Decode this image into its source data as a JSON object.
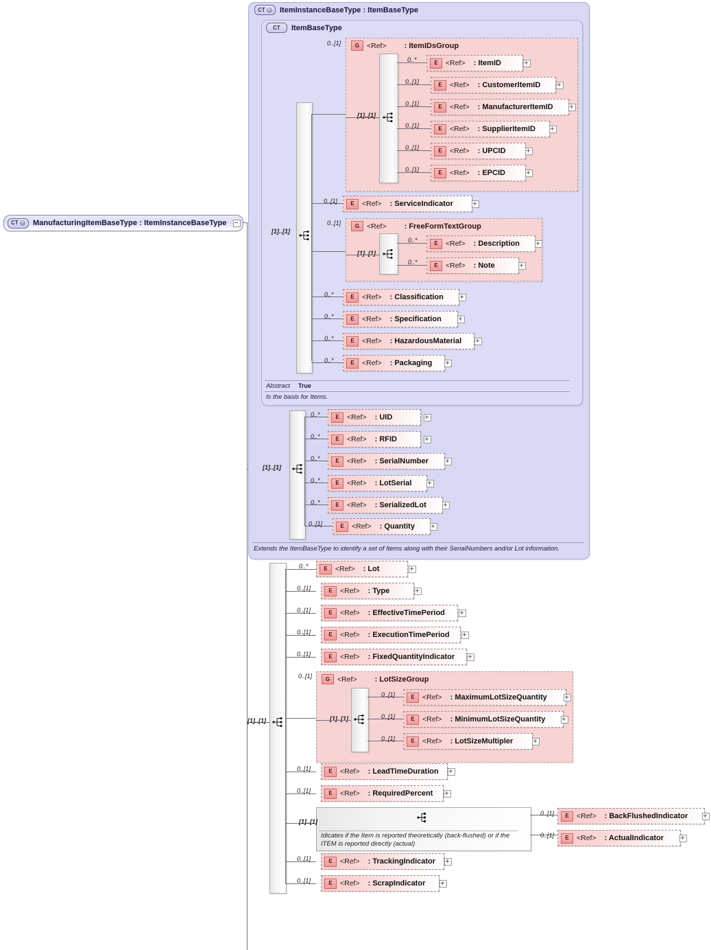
{
  "diagram": {
    "title": "ManufacturingItemBaseType XSD structure diagram",
    "root": {
      "badge": "CT",
      "label": "ManufacturingItemBaseType : ItemInstanceBaseType"
    },
    "outer_type": {
      "badge": "CT",
      "label": "ItemInstanceBaseType : ItemBaseType",
      "documentation": "Extends the ItemBaseType to identify a set of Items along with their SerialNumbers and/or Lot information."
    },
    "inner_type": {
      "badge": "CT",
      "label": "ItemBaseType",
      "abstract_key": "Abstract",
      "abstract_value": "True",
      "documentation": "Is the basis for Items."
    },
    "groups": {
      "item_ids": {
        "badge": "G",
        "ref": "<Ref>",
        "name": ": ItemIDsGroup",
        "cardinality": "0..[1]",
        "inner_cardinality": "[1]..[1]"
      },
      "free_form_text": {
        "badge": "G",
        "ref": "<Ref>",
        "name": ": FreeFormTextGroup",
        "cardinality": "0..[1]",
        "inner_cardinality": "[1]..[1]"
      },
      "lot_size": {
        "badge": "G",
        "ref": "<Ref>",
        "name": ": LotSizeGroup",
        "cardinality": "0..[1]",
        "inner_cardinality": "[1]..[1]"
      }
    },
    "sequences": {
      "item_base": "[1]..[1]",
      "item_instance": "[1]..[1]",
      "manufacturing": "[1]..[1]",
      "indicator_choice": "[1]..[1]"
    },
    "indicator_annotation": "Idicates if the Item is reported theoretically (back-flushed) or if the ITEM is reported directly (actual)",
    "ref_label": "<Ref>",
    "item_ids_group_elements": [
      {
        "badge": "E",
        "ref": "<Ref>",
        "name": ": ItemID",
        "cardinality": "0..*"
      },
      {
        "badge": "E",
        "ref": "<Ref>",
        "name": ": CustomerItemID",
        "cardinality": "0..[1]"
      },
      {
        "badge": "E",
        "ref": "<Ref>",
        "name": ": ManufacturerItemID",
        "cardinality": "0..[1]"
      },
      {
        "badge": "E",
        "ref": "<Ref>",
        "name": ": SupplierItemID",
        "cardinality": "0..[1]"
      },
      {
        "badge": "E",
        "ref": "<Ref>",
        "name": ": UPCID",
        "cardinality": "0..[1]"
      },
      {
        "badge": "E",
        "ref": "<Ref>",
        "name": ": EPCID",
        "cardinality": "0..[1]"
      }
    ],
    "service_indicator": {
      "badge": "E",
      "ref": "<Ref>",
      "name": ": ServiceIndicator",
      "cardinality": "0..[1]"
    },
    "free_form_text_elements": [
      {
        "badge": "E",
        "ref": "<Ref>",
        "name": ": Description",
        "cardinality": "0..*"
      },
      {
        "badge": "E",
        "ref": "<Ref>",
        "name": ": Note",
        "cardinality": "0..*"
      }
    ],
    "item_base_tail_elements": [
      {
        "badge": "E",
        "ref": "<Ref>",
        "name": ": Classification",
        "cardinality": "0..*"
      },
      {
        "badge": "E",
        "ref": "<Ref>",
        "name": ": Specification",
        "cardinality": "0..*"
      },
      {
        "badge": "E",
        "ref": "<Ref>",
        "name": ": HazardousMaterial",
        "cardinality": "0..*"
      },
      {
        "badge": "E",
        "ref": "<Ref>",
        "name": ": Packaging",
        "cardinality": "0..*"
      }
    ],
    "item_instance_elements": [
      {
        "badge": "E",
        "ref": "<Ref>",
        "name": ": UID",
        "cardinality": "0..*"
      },
      {
        "badge": "E",
        "ref": "<Ref>",
        "name": ": RFID",
        "cardinality": "0..*"
      },
      {
        "badge": "E",
        "ref": "<Ref>",
        "name": ": SerialNumber",
        "cardinality": "0..*"
      },
      {
        "badge": "E",
        "ref": "<Ref>",
        "name": ": LotSerial",
        "cardinality": "0..*"
      },
      {
        "badge": "E",
        "ref": "<Ref>",
        "name": ": SerializedLot",
        "cardinality": "0..*"
      },
      {
        "badge": "E",
        "ref": "<Ref>",
        "name": ": Quantity",
        "cardinality": "0..[1]"
      }
    ],
    "manufacturing_elements_top": [
      {
        "badge": "E",
        "ref": "<Ref>",
        "name": ": Lot",
        "cardinality": "0..*"
      },
      {
        "badge": "E",
        "ref": "<Ref>",
        "name": ": Type",
        "cardinality": "0..[1]"
      },
      {
        "badge": "E",
        "ref": "<Ref>",
        "name": ": EffectiveTimePeriod",
        "cardinality": "0..[1]"
      },
      {
        "badge": "E",
        "ref": "<Ref>",
        "name": ": ExecutionTimePeriod",
        "cardinality": "0..[1]"
      },
      {
        "badge": "E",
        "ref": "<Ref>",
        "name": ": FixedQuantityIndicator",
        "cardinality": "0..[1]"
      }
    ],
    "lot_size_group_elements": [
      {
        "badge": "E",
        "ref": "<Ref>",
        "name": ": MaximumLotSizeQuantity",
        "cardinality": "0..[1]"
      },
      {
        "badge": "E",
        "ref": "<Ref>",
        "name": ": MinimumLotSizeQuantity",
        "cardinality": "0..[1]"
      },
      {
        "badge": "E",
        "ref": "<Ref>",
        "name": ": LotSizeMultipler",
        "cardinality": "0..[1]"
      }
    ],
    "manufacturing_elements_mid": [
      {
        "badge": "E",
        "ref": "<Ref>",
        "name": ": LeadTimeDuration",
        "cardinality": "0..[1]"
      },
      {
        "badge": "E",
        "ref": "<Ref>",
        "name": ": RequiredPercent",
        "cardinality": "0..[1]"
      }
    ],
    "indicator_elements": [
      {
        "badge": "E",
        "ref": "<Ref>",
        "name": ": BackFlushedIndicator",
        "cardinality": "0..[1]"
      },
      {
        "badge": "E",
        "ref": "<Ref>",
        "name": ": ActualIndicator",
        "cardinality": "0..[1]"
      }
    ],
    "manufacturing_elements_bottom": [
      {
        "badge": "E",
        "ref": "<Ref>",
        "name": ": TrackingIndicator",
        "cardinality": "0..[1]"
      },
      {
        "badge": "E",
        "ref": "<Ref>",
        "name": ": ScrapIndicator",
        "cardinality": "0..[1]"
      }
    ],
    "colors": {
      "complex_type_fill": "#d8d8f4",
      "group_fill": "#f8d3d3",
      "element_fill": "#f9c9c9",
      "line": "#6f6f7a",
      "text": "#1a1a1a"
    }
  }
}
